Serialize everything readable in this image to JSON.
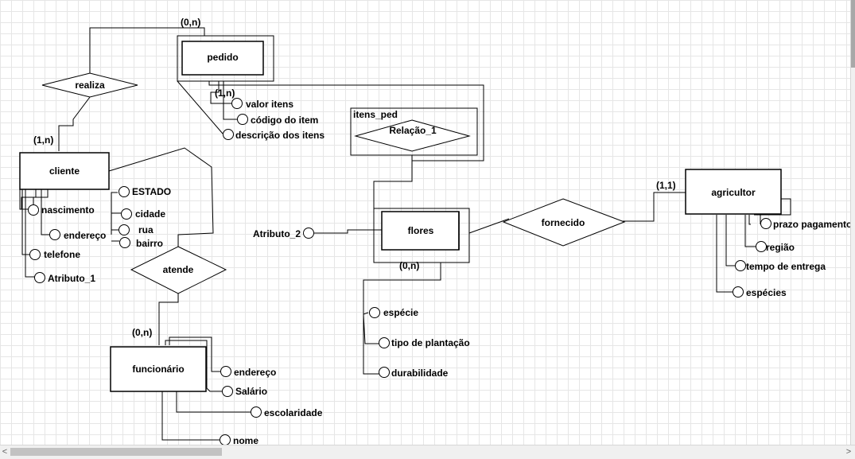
{
  "entities": {
    "pedido": "pedido",
    "cliente": "cliente",
    "funcionario": "funcionário",
    "flores": "flores",
    "agricultor": "agricultor"
  },
  "relationships": {
    "realiza": "realiza",
    "atende": "atende",
    "fornecido": "fornecido",
    "relacao_1": "Relação_1"
  },
  "aggregation_label": "itens_ped",
  "cardinalities": {
    "pedido_realiza": "(0,n)",
    "cliente_realiza": "(1,n)",
    "pedido_attr": "(1,n)",
    "funcionario_atende": "(0,n)",
    "flores": "(0,n)",
    "agricultor_fornecido": "(1,1)"
  },
  "attributes": {
    "pedido": [
      "valor itens",
      "código do item",
      "descrição dos itens"
    ],
    "cliente": [
      "nascimento",
      "endereço",
      "telefone",
      "Atributo_1"
    ],
    "endereco": [
      "ESTADO",
      "cidade",
      "rua",
      "bairro"
    ],
    "funcionario": [
      "endereço",
      "Salário",
      "escolaridade",
      "nome"
    ],
    "flores_left": "Atributo_2",
    "flores": [
      "espécie",
      "tipo de plantação",
      "durabilidade"
    ],
    "agricultor": [
      "prazo pagamento",
      "região",
      "tempo de entrega",
      "espécies"
    ]
  },
  "scroll": {
    "left_arrow": "<",
    "right_arrow": ">"
  }
}
